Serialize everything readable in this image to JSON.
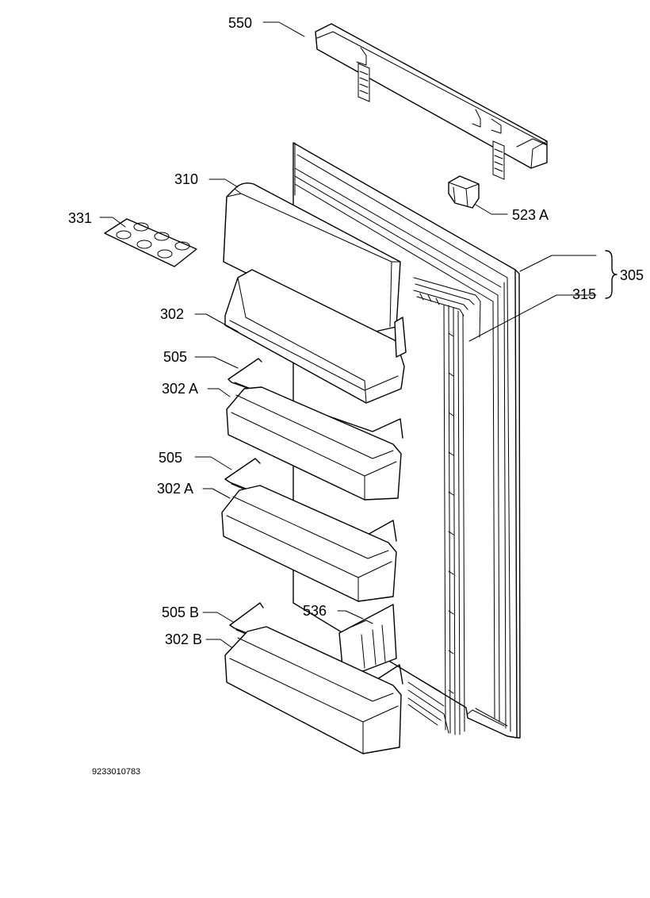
{
  "diagram": {
    "labels": {
      "p550": "550",
      "p310": "310",
      "p331": "331",
      "p523a": "523 A",
      "p305": "305",
      "p315": "315",
      "p302": "302",
      "p505_1": "505",
      "p302a_1": "302 A",
      "p505_2": "505",
      "p302a_2": "302 A",
      "p505b": "505 B",
      "p536": "536",
      "p302b": "302 B"
    },
    "drawing_number": "9233010783"
  }
}
